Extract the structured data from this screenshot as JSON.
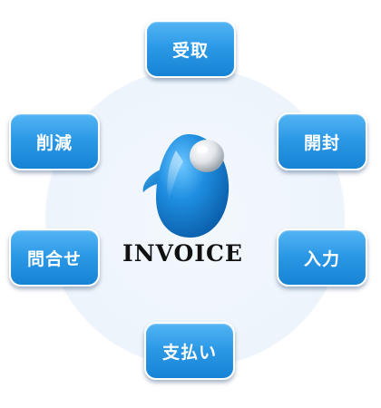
{
  "diagram": {
    "center": {
      "brand": "INVOICE",
      "logo_icon": "invoice-droplet-icon"
    },
    "nodes": {
      "top": "受取",
      "left1": "削減",
      "right1": "開封",
      "left2": "問合せ",
      "right2": "入力",
      "bottom": "支払い"
    }
  },
  "colors": {
    "node_top": "#52b4f3",
    "node_bottom": "#1783d4",
    "node_border": "#ffffff",
    "halo": "#edf4fb",
    "brand_text": "#111111",
    "logo_blue": "#1a86d8"
  }
}
